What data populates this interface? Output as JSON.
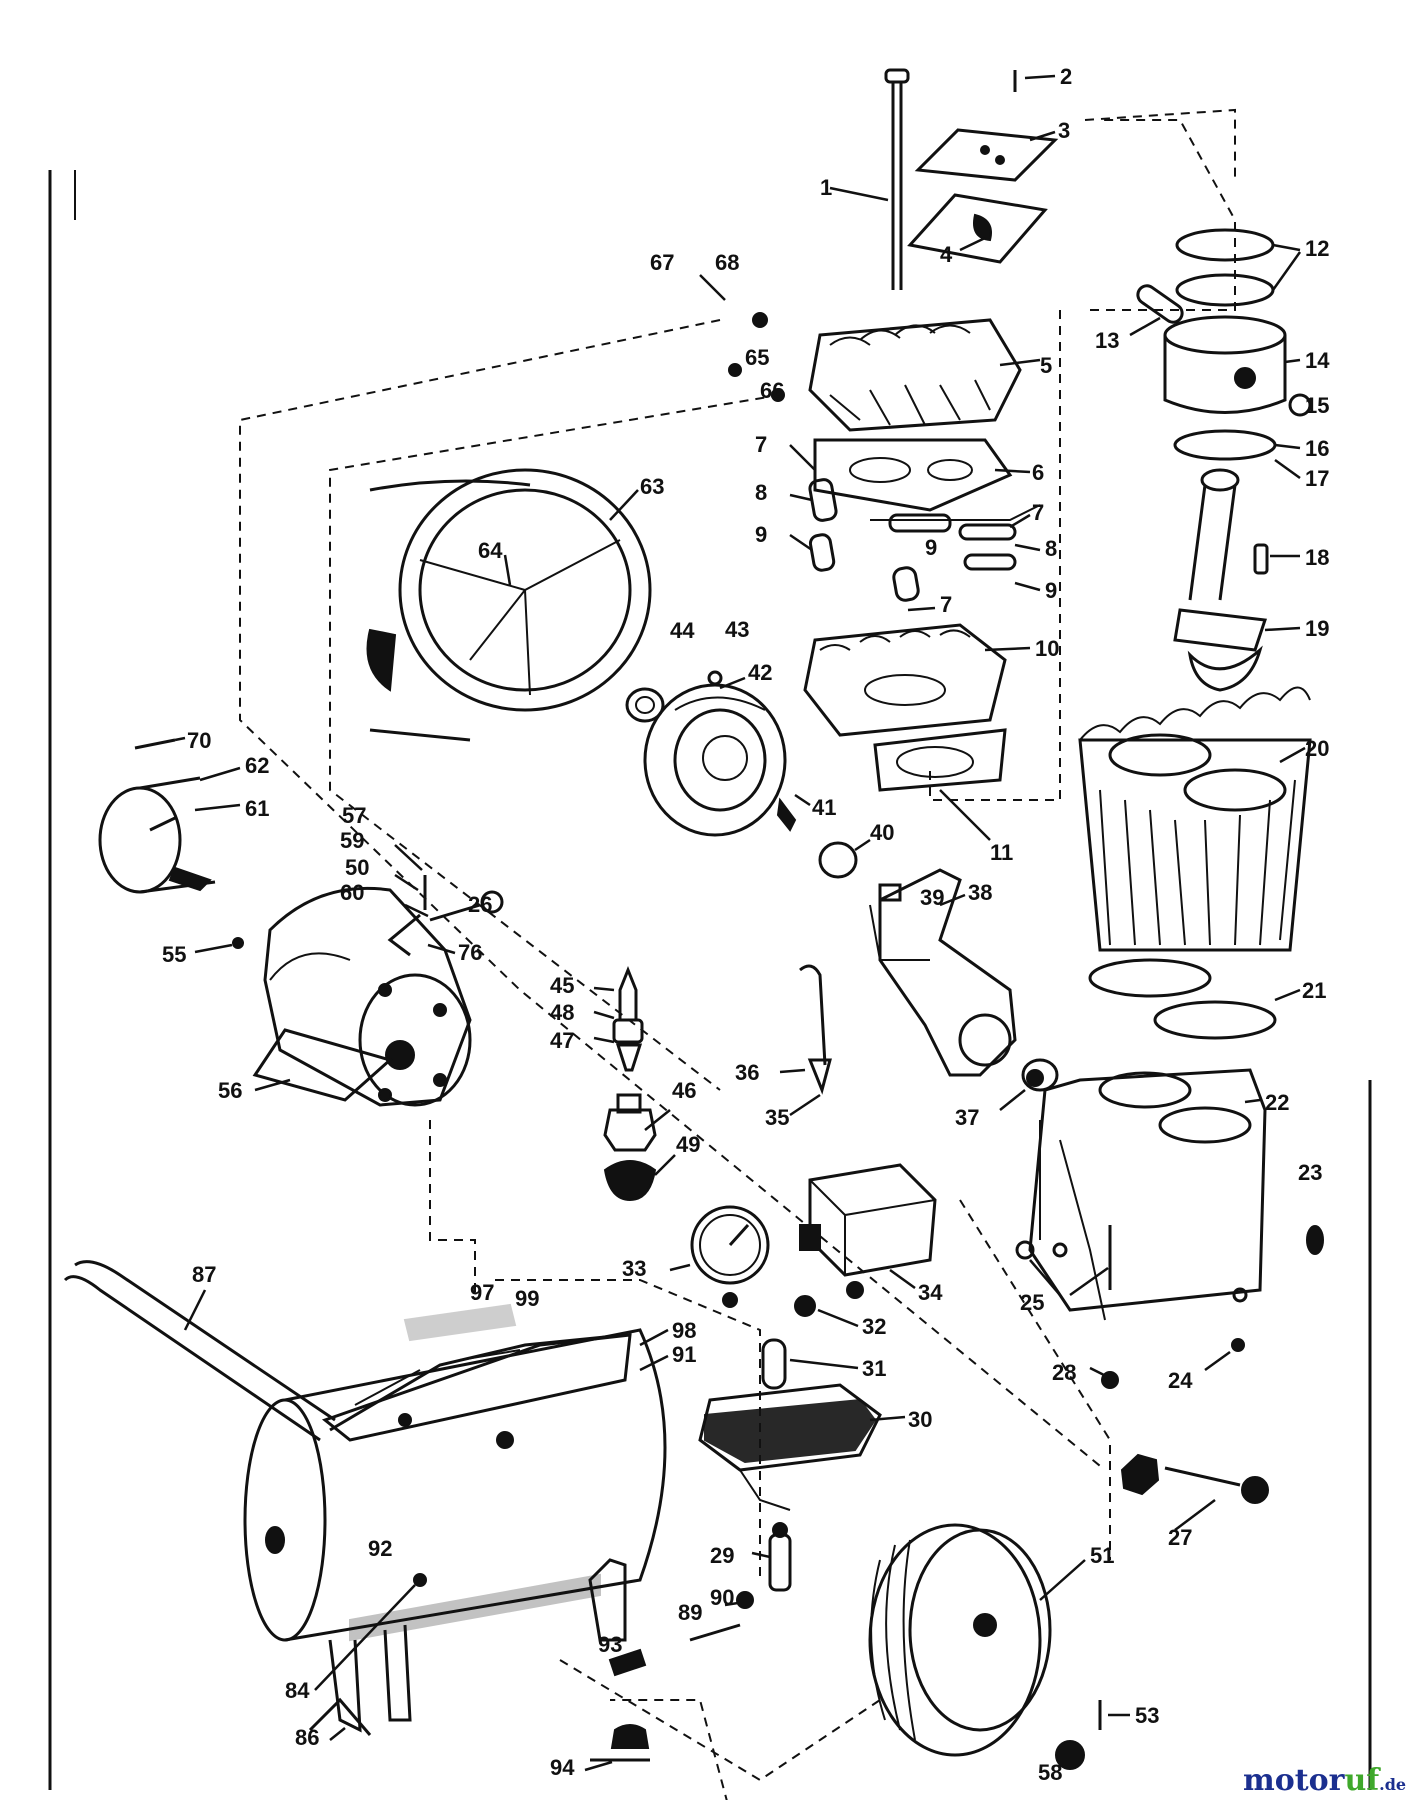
{
  "diagram": {
    "callouts": [
      {
        "id": "c1",
        "text": "1"
      },
      {
        "id": "c2",
        "text": "2"
      },
      {
        "id": "c3",
        "text": "3"
      },
      {
        "id": "c4",
        "text": "4"
      },
      {
        "id": "c5",
        "text": "5"
      },
      {
        "id": "c6",
        "text": "6"
      },
      {
        "id": "c7a",
        "text": "7"
      },
      {
        "id": "c7b",
        "text": "7"
      },
      {
        "id": "c7c",
        "text": "7"
      },
      {
        "id": "c8a",
        "text": "8"
      },
      {
        "id": "c8b",
        "text": "8"
      },
      {
        "id": "c9a",
        "text": "9"
      },
      {
        "id": "c9b",
        "text": "9"
      },
      {
        "id": "c9c",
        "text": "9"
      },
      {
        "id": "c10",
        "text": "10"
      },
      {
        "id": "c11",
        "text": "11"
      },
      {
        "id": "c12",
        "text": "12"
      },
      {
        "id": "c13",
        "text": "13"
      },
      {
        "id": "c14",
        "text": "14"
      },
      {
        "id": "c15",
        "text": "15"
      },
      {
        "id": "c16",
        "text": "16"
      },
      {
        "id": "c17",
        "text": "17"
      },
      {
        "id": "c18",
        "text": "18"
      },
      {
        "id": "c19",
        "text": "19"
      },
      {
        "id": "c20",
        "text": "20"
      },
      {
        "id": "c21",
        "text": "21"
      },
      {
        "id": "c22",
        "text": "22"
      },
      {
        "id": "c23",
        "text": "23"
      },
      {
        "id": "c24",
        "text": "24"
      },
      {
        "id": "c25",
        "text": "25"
      },
      {
        "id": "c26",
        "text": "26"
      },
      {
        "id": "c27",
        "text": "27"
      },
      {
        "id": "c28",
        "text": "28"
      },
      {
        "id": "c29",
        "text": "29"
      },
      {
        "id": "c30",
        "text": "30"
      },
      {
        "id": "c31",
        "text": "31"
      },
      {
        "id": "c32",
        "text": "32"
      },
      {
        "id": "c33",
        "text": "33"
      },
      {
        "id": "c34",
        "text": "34"
      },
      {
        "id": "c35",
        "text": "35"
      },
      {
        "id": "c36",
        "text": "36"
      },
      {
        "id": "c37",
        "text": "37"
      },
      {
        "id": "c38",
        "text": "38"
      },
      {
        "id": "c39",
        "text": "39"
      },
      {
        "id": "c40",
        "text": "40"
      },
      {
        "id": "c41",
        "text": "41"
      },
      {
        "id": "c42",
        "text": "42"
      },
      {
        "id": "c43",
        "text": "43"
      },
      {
        "id": "c44",
        "text": "44"
      },
      {
        "id": "c45",
        "text": "45"
      },
      {
        "id": "c46",
        "text": "46"
      },
      {
        "id": "c47",
        "text": "47"
      },
      {
        "id": "c48",
        "text": "48"
      },
      {
        "id": "c49",
        "text": "49"
      },
      {
        "id": "c50",
        "text": "50"
      },
      {
        "id": "c51",
        "text": "51"
      },
      {
        "id": "c53",
        "text": "53"
      },
      {
        "id": "c55",
        "text": "55"
      },
      {
        "id": "c56",
        "text": "56"
      },
      {
        "id": "c57",
        "text": "57"
      },
      {
        "id": "c58",
        "text": "58"
      },
      {
        "id": "c59",
        "text": "59"
      },
      {
        "id": "c60",
        "text": "60"
      },
      {
        "id": "c61",
        "text": "61"
      },
      {
        "id": "c62",
        "text": "62"
      },
      {
        "id": "c63",
        "text": "63"
      },
      {
        "id": "c64",
        "text": "64"
      },
      {
        "id": "c65",
        "text": "65"
      },
      {
        "id": "c66",
        "text": "66"
      },
      {
        "id": "c67",
        "text": "67"
      },
      {
        "id": "c68",
        "text": "68"
      },
      {
        "id": "c70",
        "text": "70"
      },
      {
        "id": "c76",
        "text": "76"
      },
      {
        "id": "c84",
        "text": "84"
      },
      {
        "id": "c86",
        "text": "86"
      },
      {
        "id": "c87",
        "text": "87"
      },
      {
        "id": "c89",
        "text": "89"
      },
      {
        "id": "c90",
        "text": "90"
      },
      {
        "id": "c91",
        "text": "91"
      },
      {
        "id": "c92",
        "text": "92"
      },
      {
        "id": "c93",
        "text": "93"
      },
      {
        "id": "c94",
        "text": "94"
      },
      {
        "id": "c97",
        "text": "97"
      },
      {
        "id": "c98",
        "text": "98"
      },
      {
        "id": "c99",
        "text": "99"
      }
    ]
  },
  "watermark": {
    "brand_a": "motor",
    "brand_b": "uf",
    "tld": ".de"
  },
  "colors": {
    "ink": "#111111",
    "watermark_blue": "#1b2f8f",
    "watermark_green": "#3fa82b"
  }
}
